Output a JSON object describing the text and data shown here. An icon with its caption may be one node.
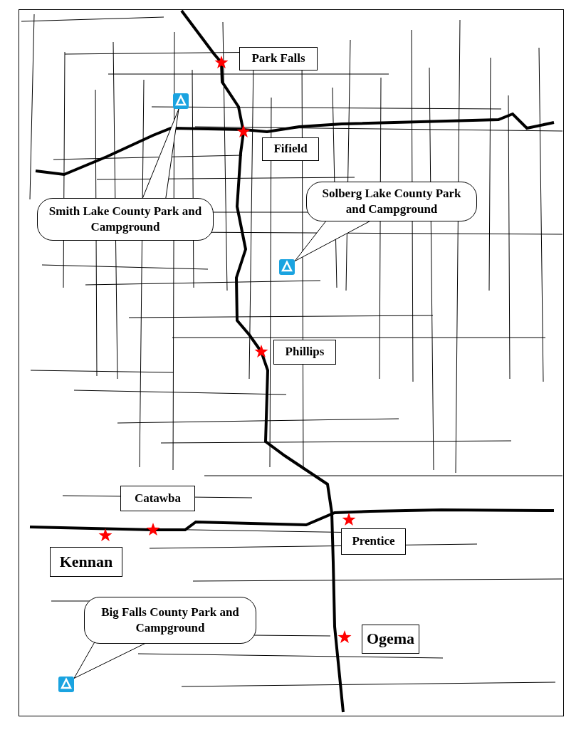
{
  "diagram": {
    "nodes": [
      {
        "text": [
          "Park Falls"
        ]
      },
      {
        "text": [],
        "shape": "picture"
      },
      {
        "text": [
          "Fifield"
        ]
      },
      {
        "text": [
          "Solberg Lake County Park and Campground"
        ]
      },
      {
        "text": [
          "Smith Lake County Park and Campground"
        ]
      },
      {
        "text": [],
        "shape": "picture"
      },
      {
        "text": [
          "Phillips"
        ]
      },
      {
        "text": [
          "Catawba"
        ]
      },
      {
        "text": [
          "Prentice"
        ]
      },
      {
        "text": [
          "Kennan"
        ]
      },
      {
        "text": [
          "Big Falls County Park and Campground"
        ]
      },
      {
        "text": [
          "Ogema"
        ]
      },
      {
        "text": [],
        "shape": "picture"
      }
    ],
    "edges": [
      {
        "from": 4,
        "to": 1,
        "arrow": "none"
      },
      {
        "from": 3,
        "to": 5,
        "arrow": "none"
      },
      {
        "from": 10,
        "to": 12,
        "arrow": "none"
      }
    ]
  }
}
